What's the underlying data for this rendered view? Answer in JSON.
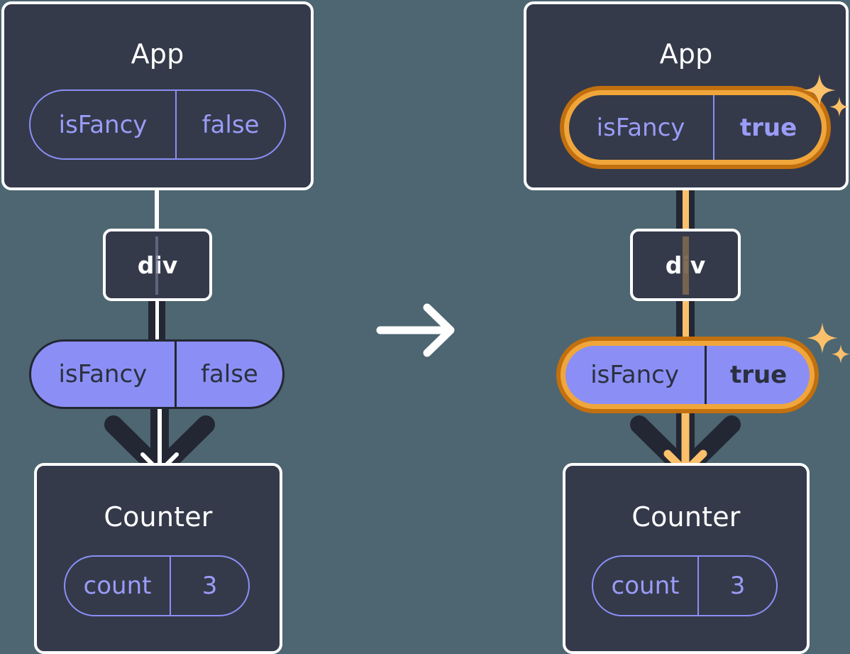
{
  "diagram": {
    "title": "React state update propagation — isFancy false to true",
    "transition_icon": "right-arrow-icon",
    "colors": {
      "background": "#4d6671",
      "card": "#343a4a",
      "card_border": "#ffffff",
      "pill_fill": "#8b8ff5",
      "pill_outline": "#8b8ff5",
      "pill_text_dark": "#2b3040",
      "pill_text_light": "#9a9cf7",
      "highlight_outer": "#c2700f",
      "highlight_inner": "#f0a63a",
      "sparkle": "#fbc06a",
      "edge_dark": "#232733",
      "edge_light": "#ffffff"
    }
  },
  "panels": [
    {
      "id": "before",
      "app": {
        "title": "App",
        "state": {
          "key": "isFancy",
          "value": "false",
          "highlighted": false,
          "bold_value": false
        }
      },
      "div": {
        "label": "div"
      },
      "prop": {
        "key": "isFancy",
        "value": "false",
        "highlighted": false,
        "bold_value": false
      },
      "counter": {
        "title": "Counter",
        "state": {
          "key": "count",
          "value": "3"
        }
      },
      "sparkles": false
    },
    {
      "id": "after",
      "app": {
        "title": "App",
        "state": {
          "key": "isFancy",
          "value": "true",
          "highlighted": true,
          "bold_value": true
        }
      },
      "div": {
        "label": "div"
      },
      "prop": {
        "key": "isFancy",
        "value": "true",
        "highlighted": true,
        "bold_value": true
      },
      "counter": {
        "title": "Counter",
        "state": {
          "key": "count",
          "value": "3"
        }
      },
      "sparkles": true
    }
  ]
}
